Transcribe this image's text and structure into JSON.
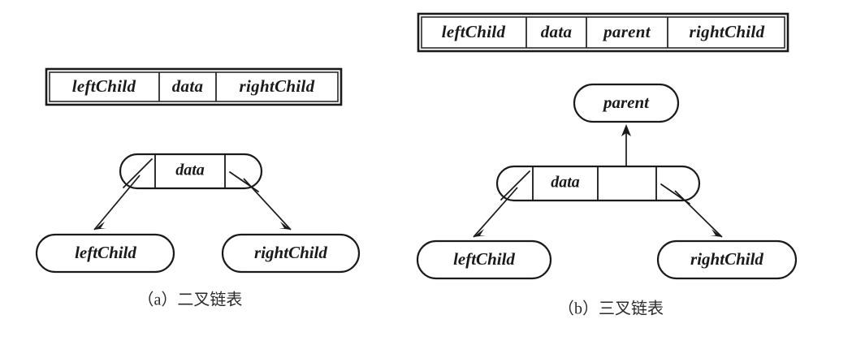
{
  "figure": {
    "background_color": "#ffffff",
    "line_color": "#1a1a1a",
    "panels": [
      {
        "id": "panel-a",
        "caption": "（a）二叉链表",
        "struct_table": {
          "name": "binary-linked-list-node-layout",
          "cells": [
            "leftChild",
            "data",
            "rightChild"
          ]
        },
        "node": {
          "name": "binary-tree-node",
          "fields": [
            "leftChild-pointer",
            "data",
            "rightChild-pointer"
          ],
          "data_label": "data"
        },
        "children": [
          {
            "name": "left-child-node",
            "label": "leftChild"
          },
          {
            "name": "right-child-node",
            "label": "rightChild"
          }
        ]
      },
      {
        "id": "panel-b",
        "caption": "（b）三叉链表",
        "struct_table": {
          "name": "trinary-linked-list-node-layout",
          "cells": [
            "leftChild",
            "data",
            "parent",
            "rightChild"
          ]
        },
        "node": {
          "name": "trinary-tree-node",
          "fields": [
            "leftChild-pointer",
            "data",
            "parent-pointer",
            "rightChild-pointer"
          ],
          "data_label": "data"
        },
        "parent": {
          "name": "parent-node",
          "label": "parent"
        },
        "children": [
          {
            "name": "left-child-node",
            "label": "leftChild"
          },
          {
            "name": "right-child-node",
            "label": "rightChild"
          }
        ]
      }
    ]
  }
}
